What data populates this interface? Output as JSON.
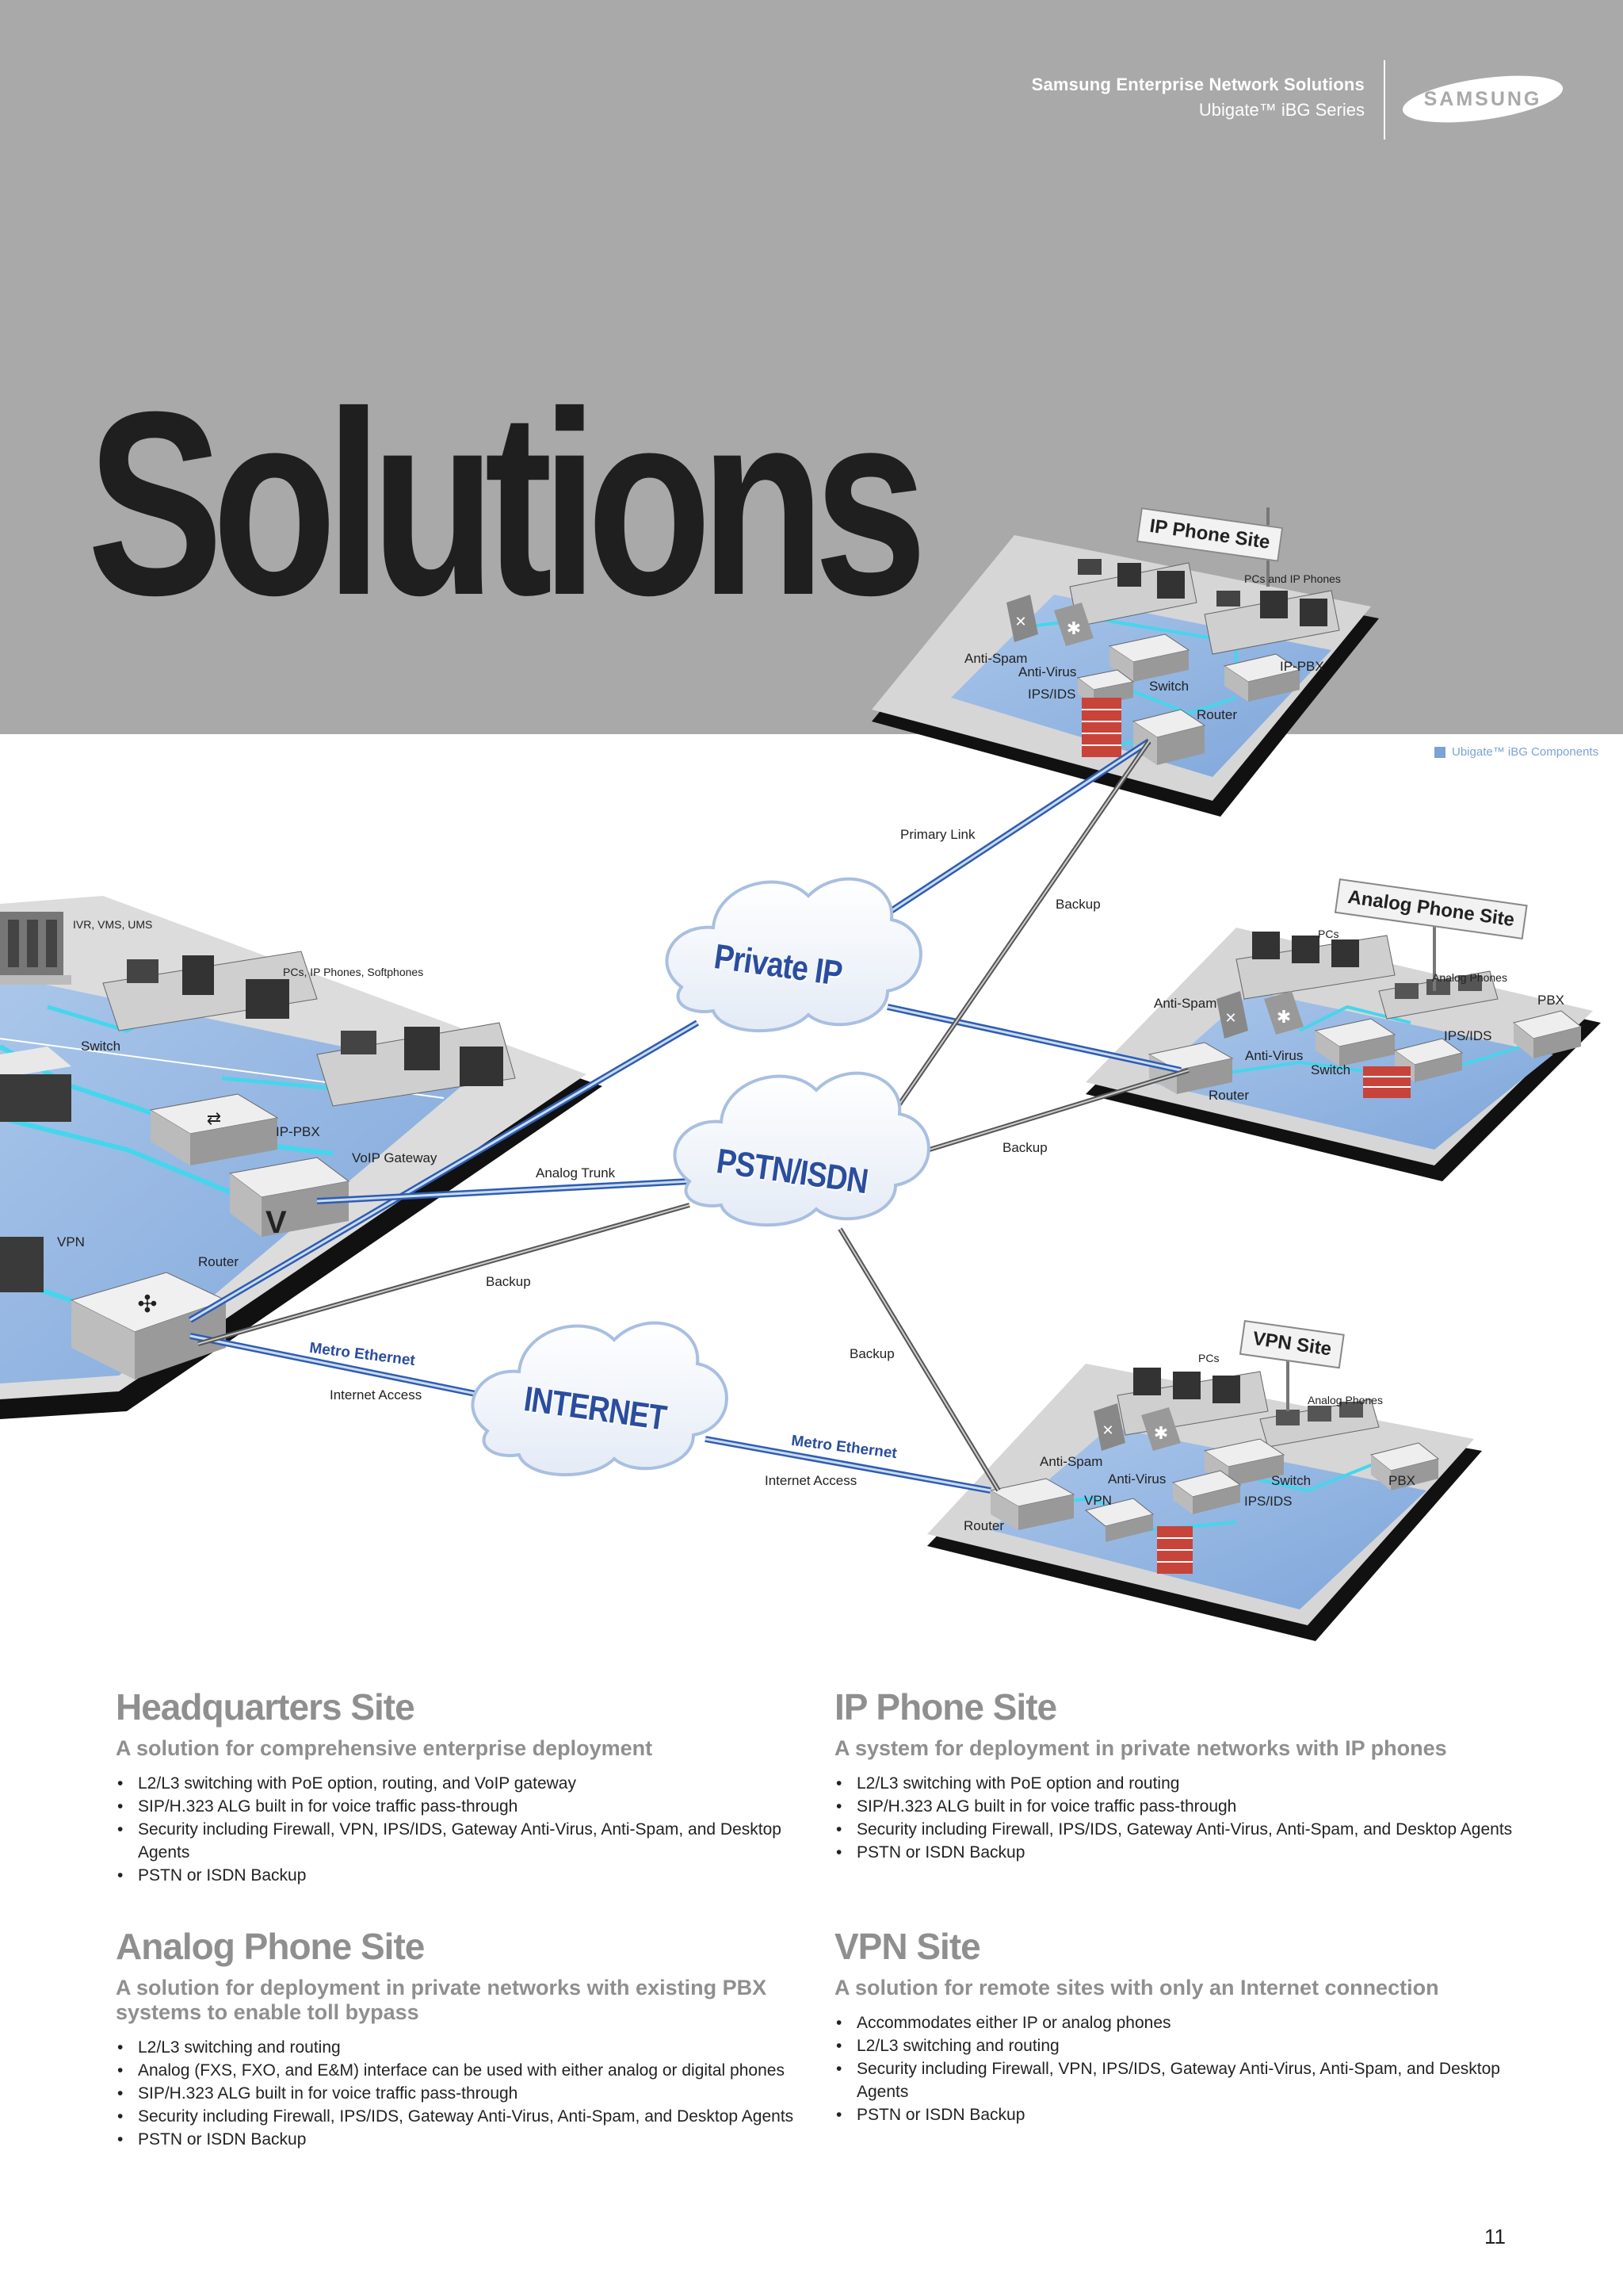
{
  "header": {
    "brand_line1": "Samsung Enterprise Network Solutions",
    "brand_line2": "Ubigate™ iBG Series",
    "logo_text": "SAMSUNG",
    "title": "Solutions"
  },
  "legend": {
    "label": "Ubigate™ iBG Components",
    "color": "#7aa3d3"
  },
  "diagram": {
    "clouds": [
      "Private IP",
      "PSTN/ISDN",
      "INTERNET"
    ],
    "signs": [
      "IP Phone Site",
      "Analog Phone Site",
      "VPN Site"
    ],
    "hq": {
      "ivr": "IVR, VMS, UMS",
      "pcs": "PCs, IP Phones, Softphones",
      "switch": "Switch",
      "ippbx": "IP-PBX",
      "voip": "VoIP Gateway",
      "vpn": "VPN",
      "router": "Router"
    },
    "ipsite": {
      "pcs": "PCs and IP Phones",
      "antispam": "Anti-Spam",
      "antivirus": "Anti-Virus",
      "ipsids": "IPS/IDS",
      "switch": "Switch",
      "ippbx": "IP-PBX",
      "router": "Router"
    },
    "analog": {
      "pcs": "PCs",
      "phones": "Analog Phones",
      "antispam": "Anti-Spam",
      "pbx": "PBX",
      "ipsids": "IPS/IDS",
      "antivirus": "Anti-Virus",
      "switch": "Switch",
      "router": "Router"
    },
    "vpnsite": {
      "pcs": "PCs",
      "phones": "Analog Phones",
      "antispam": "Anti-Spam",
      "antivirus": "Anti-Virus",
      "vpn": "VPN",
      "switch": "Switch",
      "ipsids": "IPS/IDS",
      "pbx": "PBX",
      "router": "Router"
    },
    "links": {
      "primary": "Primary Link",
      "backup": "Backup",
      "analog_trunk": "Analog Trunk",
      "metro": "Metro Ethernet",
      "internet_access": "Internet Access"
    }
  },
  "sections": {
    "hq": {
      "title": "Headquarters Site",
      "subtitle": "A solution for comprehensive enterprise deployment",
      "bullets": [
        "L2/L3 switching with PoE option, routing, and VoIP gateway",
        "SIP/H.323 ALG built in for voice traffic pass-through",
        "Security including Firewall, VPN, IPS/IDS, Gateway Anti-Virus, Anti-Spam, and Desktop Agents",
        "PSTN or ISDN Backup"
      ]
    },
    "ip": {
      "title": "IP Phone Site",
      "subtitle": "A system for deployment in private networks with IP phones",
      "bullets": [
        "L2/L3 switching with PoE option and routing",
        "SIP/H.323 ALG built in for voice traffic pass-through",
        "Security including Firewall, IPS/IDS, Gateway Anti-Virus, Anti-Spam, and Desktop Agents",
        "PSTN or ISDN Backup"
      ]
    },
    "analog": {
      "title": "Analog Phone Site",
      "subtitle": "A solution for deployment in private networks with existing PBX systems to enable toll bypass",
      "bullets": [
        "L2/L3 switching and routing",
        "Analog (FXS, FXO, and E&M) interface can be used with either analog or digital phones",
        "SIP/H.323 ALG built in for voice traffic pass-through",
        "Security including Firewall, IPS/IDS, Gateway Anti-Virus, Anti-Spam, and Desktop Agents",
        "PSTN or ISDN Backup"
      ]
    },
    "vpn": {
      "title": "VPN Site",
      "subtitle": "A solution for remote sites with only an Internet connection",
      "bullets": [
        "Accommodates either IP or analog phones",
        "L2/L3 switching and routing",
        "Security including Firewall, VPN, IPS/IDS, Gateway Anti-Virus, Anti-Spam, and Desktop Agents",
        "PSTN or ISDN Backup"
      ]
    }
  },
  "page_number": "11"
}
